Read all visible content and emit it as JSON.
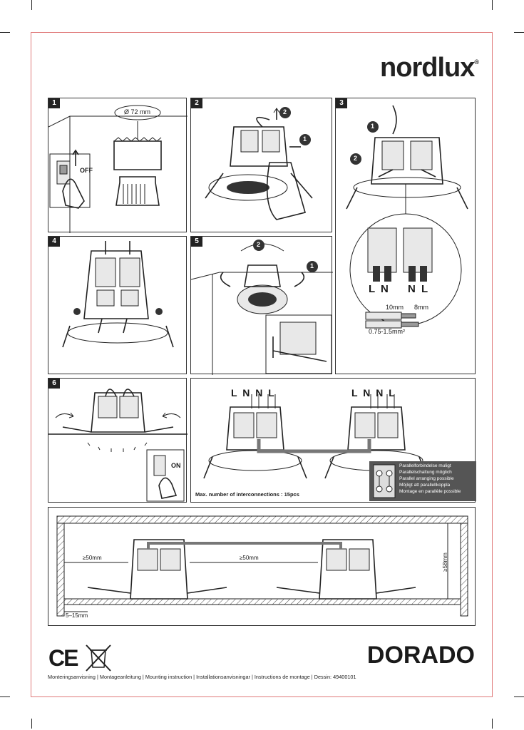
{
  "brand": {
    "name": "nordlux",
    "mark": "®"
  },
  "steps": [
    {
      "number": "1",
      "hole_label": "Ø 72 mm",
      "switch_label": "OFF"
    },
    {
      "number": "2",
      "callouts": [
        "1",
        "2"
      ]
    },
    {
      "number": "3",
      "callouts": [
        "1",
        "2"
      ],
      "terminals": [
        "L N",
        "N L"
      ],
      "strip_lengths": [
        "10mm",
        "8mm"
      ],
      "wire_section": "0.75-1.5mm²"
    },
    {
      "number": "4"
    },
    {
      "number": "5",
      "callouts": [
        "2",
        "1"
      ]
    },
    {
      "number": "6",
      "switch_label": "ON"
    }
  ],
  "interconnect": {
    "terminals_a": "L N  N L",
    "terminals_b": "L N  N L",
    "max_label": "Max. number of interconnections : 15pcs",
    "parallel_texts": [
      "Parallelforbindelse muligt",
      "Parallelschaltung möglich",
      "Parallel arranging possible",
      "Möjligt att parallellkoppla",
      "Montage en parallèle possible"
    ]
  },
  "spacing": {
    "gap_wall": "≥50mm",
    "gap_between": "≥50mm",
    "depth": "≥58mm",
    "ceiling": "5–15mm"
  },
  "certification": {
    "ce": "CE"
  },
  "product_name": "DORADO",
  "footer_text": "Monteringsanvisning | Montageanleitung | Mounting instruction | Installationsanvisningar | Instructions de montage | Dessin: 49400101"
}
